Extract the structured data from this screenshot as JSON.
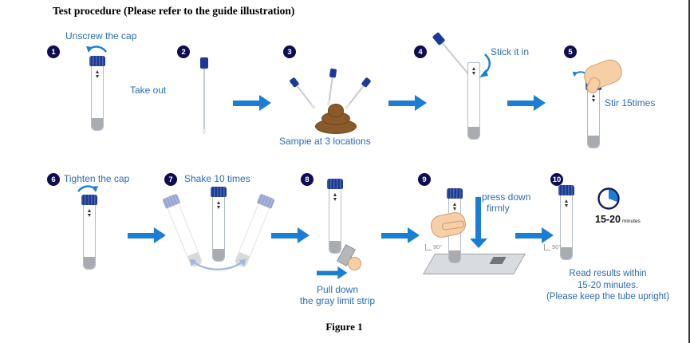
{
  "title": "Test procedure (Please refer to the guide illustration)",
  "figure_caption": "Figure 1",
  "steps": {
    "s1": {
      "num": "1",
      "label": "Unscrew the cap"
    },
    "s2": {
      "num": "2",
      "label": "Take out"
    },
    "s3": {
      "num": "3",
      "label": "Sampie at 3 locations"
    },
    "s4": {
      "num": "4",
      "label": "Stick it in"
    },
    "s5": {
      "num": "5",
      "label": "Stir 15times"
    },
    "s6": {
      "num": "6",
      "label": "Tighten the cap"
    },
    "s7": {
      "num": "7",
      "label": "Shake 10 times"
    },
    "s8": {
      "num": "8",
      "label_line1": "Pull down",
      "label_line2": "the gray limit strip"
    },
    "s9": {
      "num": "9",
      "label_line1": "press down",
      "label_line2": "firmly",
      "angle": "90°"
    },
    "s10": {
      "num": "10",
      "time": "15-20",
      "time_unit": "minutes",
      "angle": "90°",
      "note_line1": "Read results within",
      "note_line2": "15-20 minutes.",
      "note_line3": "(Please keep the  tube upright)"
    }
  },
  "colors": {
    "arrow_blue": "#1a7fd4",
    "label_blue": "#2a6cb5",
    "badge_navy": "#0d0d52",
    "cap_navy": "#1a3a96",
    "gray_strip": "#a8acb1",
    "poop_brown": "#8a5a2b"
  }
}
